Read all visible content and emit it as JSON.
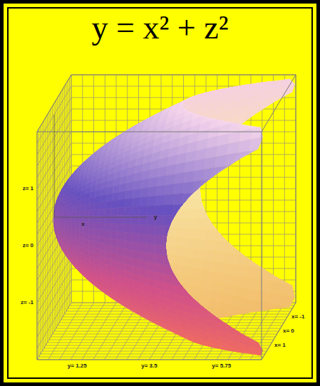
{
  "diagram": {
    "title": "y = x² + z²",
    "labels": [
      "z= 1",
      "z= 0",
      "z= -1",
      "y",
      "x",
      "y= 1.25",
      "y= 3.5",
      "y= 5.75",
      "x= -1",
      "x= 0",
      "x= 1"
    ]
  }
}
